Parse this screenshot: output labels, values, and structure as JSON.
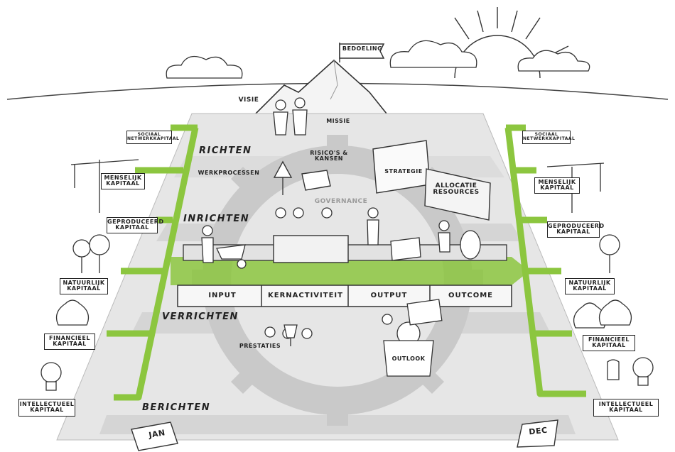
{
  "colors": {
    "green": "#8cc63f",
    "platform": "#e6e6e6",
    "platform_dark": "#cfcfcf",
    "gear": "#bdbdbd",
    "ink": "#222222"
  },
  "top": {
    "flag": "BEDOELING",
    "visie": "VISIE",
    "missie": "MISSIE"
  },
  "stages": {
    "richten": "RICHTEN",
    "inrichten": "INRICHTEN",
    "verrichten": "VERRICHTEN",
    "berichten": "BERICHTEN"
  },
  "bubbles": {
    "werkprocessen": "WERKPROCESSEN",
    "risicos": "RISICO'S & KANSEN",
    "strategie": "STRATEGIE",
    "allocatie": "ALLOCATIE RESOURCES",
    "governance": "GOVERNANCE",
    "prestaties": "PRESTATIES",
    "outlook": "OUTLOOK"
  },
  "process": {
    "input": "INPUT",
    "kernactiviteit": "KERNACTIVITEIT",
    "output": "OUTPUT",
    "outcome": "OUTCOME"
  },
  "left_capitals": [
    "SOCIAAL NETWERKKAPITAAL",
    "MENSELIJK KAPITAAL",
    "GEPRODUCEERD KAPITAAL",
    "NATUURLIJK KAPITAAL",
    "FINANCIEEL KAPITAAL",
    "INTELLECTUEEL KAPITAAL"
  ],
  "right_capitals": [
    "SOCIAAL NETWERKKAPITAAL",
    "MENSELIJK KAPITAAL",
    "GEPRODUCEERD KAPITAAL",
    "NATUURLIJK KAPITAAL",
    "FINANCIEEL KAPITAAL",
    "INTELLECTUEEL KAPITAAL"
  ],
  "calendar": {
    "start": "JAN",
    "end": "DEC"
  },
  "icons": [
    "sun-icon",
    "cloud-icon",
    "mountain-icon",
    "flag-icon",
    "crane-icon",
    "tree-icon",
    "money-bag-icon",
    "lightbulb-icon",
    "gear-icon",
    "warning-sign-icon",
    "ballot-box-icon",
    "trophy-icon",
    "crystal-ball-icon",
    "calendar-icon",
    "people-icon",
    "wheelbarrow-icon",
    "box-icon",
    "barrel-icon"
  ]
}
